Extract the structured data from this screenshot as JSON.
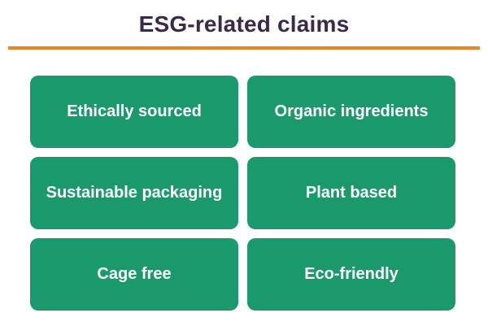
{
  "title": "ESG-related claims",
  "colors": {
    "accent_line": "#f08223",
    "card_fill": "#1a9a6c",
    "title_text": "#3a2a4a"
  },
  "claims": [
    "Ethically sourced",
    "Organic ingredients",
    "Sustainable packaging",
    "Plant based",
    "Cage free",
    "Eco-friendly"
  ]
}
